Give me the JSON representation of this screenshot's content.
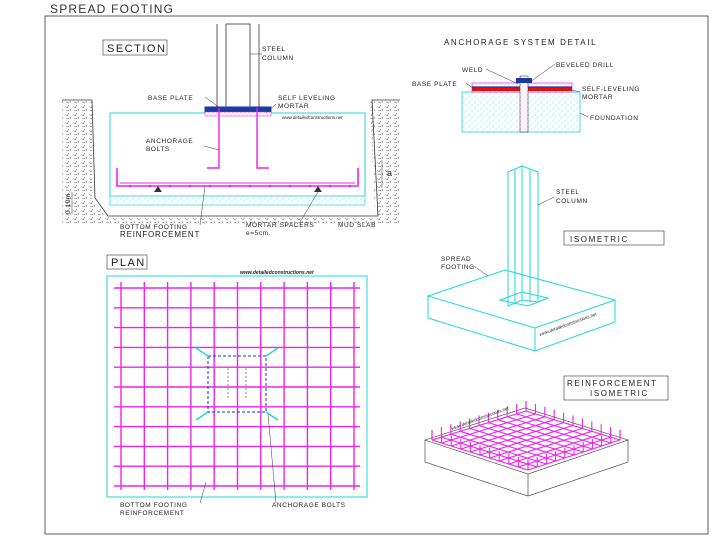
{
  "drawing": {
    "title": "SPREAD FOOTING",
    "watermark": "www.detailedconstructions.net",
    "colors": {
      "magenta": "#ee22ee",
      "cyan": "#22d8d8",
      "red": "#e01010",
      "dark": "#222222",
      "blue": "#1a3aa0"
    }
  },
  "section": {
    "title": "SECTION",
    "labels": {
      "steel_column_1": "STEEL",
      "steel_column_2": "COLUMN",
      "base_plate": "BASE PLATE",
      "self_leveling_1": "SELF LEVELING",
      "self_leveling_2": "MORTAR",
      "anchorage_1": "ANCHORAGE",
      "anchorage_2": "BOLTS",
      "bottom_footing_1": "BOTTOM FOOTING",
      "bottom_footing_2": "REINFORCEMENT",
      "spacers_1": "MORTAR SPACERS",
      "spacers_2": "e=5cm.",
      "mud_slab": "MUD SLAB",
      "dim_left": "0.10m.",
      "dim_right": "a"
    }
  },
  "anchorage": {
    "title": "ANCHORAGE SYSTEM DETAIL",
    "labels": {
      "weld": "WELD",
      "beveled": "BEVELED DRILL",
      "base_plate": "BASE PLATE",
      "self_leveling_1": "SELF-LEVELING",
      "self_leveling_2": "MORTAR",
      "foundation": "FOUNDATION"
    }
  },
  "isometric": {
    "title": "ISOMETRIC",
    "labels": {
      "steel_column_1": "STEEL",
      "steel_column_2": "COLUMN",
      "spread_1": "SPREAD",
      "spread_2": "FOOTING"
    }
  },
  "plan": {
    "title": "PLAN",
    "labels": {
      "bottom_footing_1": "BOTTOM FOOTING",
      "bottom_footing_2": "REINFORCEMENT",
      "anchorage_bolts": "ANCHORAGE BOLTS"
    }
  },
  "reinforcement_iso": {
    "title_1": "REINFORCEMENT",
    "title_2": "ISOMETRIC"
  }
}
